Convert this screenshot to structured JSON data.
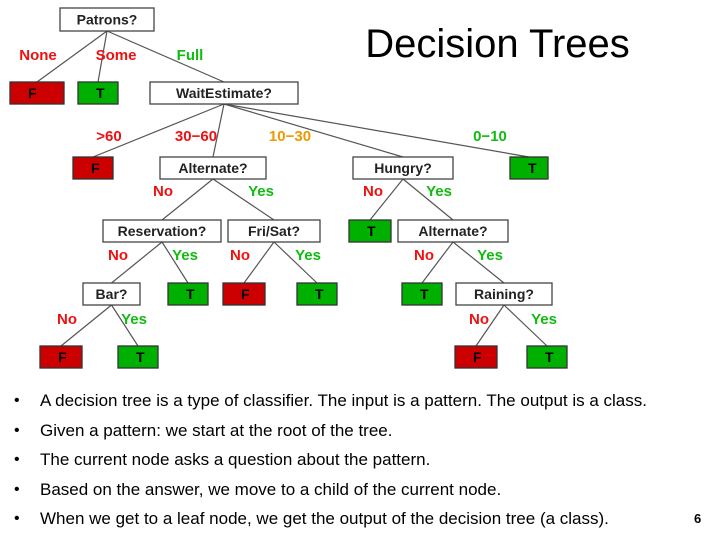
{
  "title": "Decision Trees",
  "page_number": "6",
  "colors": {
    "false_leaf": "#cc0000",
    "true_leaf": "#00b000",
    "edge_red": "#ee1111",
    "edge_orange": "#ee9900",
    "edge_green": "#11bb11",
    "node_border": "#444444"
  },
  "bullets": [
    "A decision tree is a type of classifier. The input is a pattern. The output is a class.",
    "Given a pattern:  we start at the root of the tree.",
    "The current node asks a question about the pattern.",
    "Based on the answer, we move to a child of the current node.",
    "When we get to a leaf node, we get the output of the decision tree (a class)."
  ],
  "tree": {
    "nodes": [
      {
        "id": "patrons",
        "label": "Patrons?",
        "kind": "question"
      },
      {
        "id": "f1",
        "label": "F",
        "kind": "false"
      },
      {
        "id": "t1",
        "label": "T",
        "kind": "true"
      },
      {
        "id": "wait",
        "label": "WaitEstimate?",
        "kind": "question"
      },
      {
        "id": "f2",
        "label": "F",
        "kind": "false"
      },
      {
        "id": "alt1",
        "label": "Alternate?",
        "kind": "question"
      },
      {
        "id": "hungry",
        "label": "Hungry?",
        "kind": "question"
      },
      {
        "id": "t2",
        "label": "T",
        "kind": "true"
      },
      {
        "id": "res",
        "label": "Reservation?",
        "kind": "question"
      },
      {
        "id": "frisat",
        "label": "Fri/Sat?",
        "kind": "question"
      },
      {
        "id": "t3",
        "label": "T",
        "kind": "true"
      },
      {
        "id": "alt2",
        "label": "Alternate?",
        "kind": "question"
      },
      {
        "id": "bar",
        "label": "Bar?",
        "kind": "question"
      },
      {
        "id": "t4",
        "label": "T",
        "kind": "true"
      },
      {
        "id": "f3",
        "label": "F",
        "kind": "false"
      },
      {
        "id": "t5",
        "label": "T",
        "kind": "true"
      },
      {
        "id": "t6",
        "label": "T",
        "kind": "true"
      },
      {
        "id": "raining",
        "label": "Raining?",
        "kind": "question"
      },
      {
        "id": "f4",
        "label": "F",
        "kind": "false"
      },
      {
        "id": "t7",
        "label": "T",
        "kind": "true"
      },
      {
        "id": "f5",
        "label": "F",
        "kind": "false"
      },
      {
        "id": "t8",
        "label": "T",
        "kind": "true"
      }
    ],
    "edges": [
      {
        "from": "patrons",
        "to": "f1",
        "label": "None",
        "tone": "red"
      },
      {
        "from": "patrons",
        "to": "t1",
        "label": "Some",
        "tone": "red"
      },
      {
        "from": "patrons",
        "to": "wait",
        "label": "Full",
        "tone": "green"
      },
      {
        "from": "wait",
        "to": "f2",
        "label": ">60",
        "tone": "red"
      },
      {
        "from": "wait",
        "to": "alt1",
        "label": "30−60",
        "tone": "red"
      },
      {
        "from": "wait",
        "to": "hungry",
        "label": "10−30",
        "tone": "orange"
      },
      {
        "from": "wait",
        "to": "t2",
        "label": "0−10",
        "tone": "green"
      },
      {
        "from": "alt1",
        "to": "res",
        "label": "No",
        "tone": "red"
      },
      {
        "from": "alt1",
        "to": "frisat",
        "label": "Yes",
        "tone": "green"
      },
      {
        "from": "hungry",
        "to": "t3",
        "label": "No",
        "tone": "red"
      },
      {
        "from": "hungry",
        "to": "alt2",
        "label": "Yes",
        "tone": "green"
      },
      {
        "from": "res",
        "to": "bar",
        "label": "No",
        "tone": "red"
      },
      {
        "from": "res",
        "to": "t4",
        "label": "Yes",
        "tone": "green"
      },
      {
        "from": "frisat",
        "to": "f3",
        "label": "No",
        "tone": "red"
      },
      {
        "from": "frisat",
        "to": "t5",
        "label": "Yes",
        "tone": "green"
      },
      {
        "from": "alt2",
        "to": "t6",
        "label": "No",
        "tone": "red"
      },
      {
        "from": "alt2",
        "to": "raining",
        "label": "Yes",
        "tone": "green"
      },
      {
        "from": "bar",
        "to": "f4",
        "label": "No",
        "tone": "red"
      },
      {
        "from": "bar",
        "to": "t7",
        "label": "Yes",
        "tone": "green"
      },
      {
        "from": "raining",
        "to": "f5",
        "label": "No",
        "tone": "red"
      },
      {
        "from": "raining",
        "to": "t8",
        "label": "Yes",
        "tone": "green"
      }
    ]
  }
}
